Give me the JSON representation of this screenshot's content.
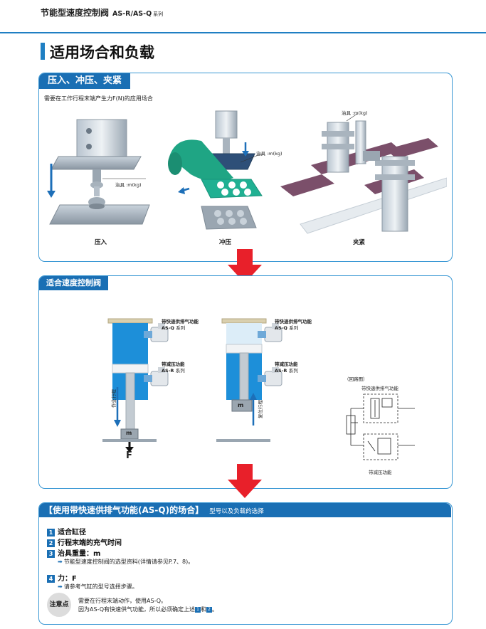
{
  "header": {
    "title": "节能型速度控制阀",
    "subtitle": "AS-R/AS-Q",
    "series": "系列"
  },
  "section_title": "适用场合和负载",
  "panel1": {
    "tab": "压入、冲压、夹紧",
    "description": "需要在工作行程末端产生力F(N)的应用场合",
    "jig_label": "治具 :m(kg)",
    "captions": [
      "压入",
      "冲压",
      "夹紧"
    ]
  },
  "panel2": {
    "tab": "适合速度控制阀",
    "valve_q_title": "带快速供排气功能",
    "valve_q_model": "AS-Q",
    "valve_r_title": "带减压功能",
    "valve_r_model": "AS-R",
    "series": "系列",
    "work_stroke": "作业行程",
    "return_stroke": "复位行程",
    "mass": "m",
    "force": "F",
    "circuit_title": "（回路图）",
    "circuit_q": "带快速供排气功能",
    "circuit_r": "带减压功能"
  },
  "panel3": {
    "tab_main": "【使用带快速供排气功能(AS-Q)的场合】",
    "tab_sub": "型号以及负载的选择",
    "items": [
      {
        "num": "1",
        "text": "适合缸径"
      },
      {
        "num": "2",
        "text": "行程末端的充气时间"
      },
      {
        "num": "3",
        "text": "治具重量：m"
      }
    ],
    "note3": "节能型速度控制阀的选型资料(详情请参见P.7、8)。",
    "item4_num": "4",
    "item4_text": "力：F",
    "note4": "请参考气缸的型号选择步骤。",
    "badge": "注意点",
    "caution1": "需要在行程末端动作，使用AS-Q。",
    "caution2_a": "因为AS-Q有快速供气功能，所以必须确定上述",
    "caution2_b": "和",
    "caution_ref1": "1",
    "caution_ref2": "2",
    "caution2_c": "。"
  },
  "colors": {
    "accent": "#1a6fb4",
    "arrow": "#e8202a",
    "cylinder": "#1d8fd9"
  }
}
